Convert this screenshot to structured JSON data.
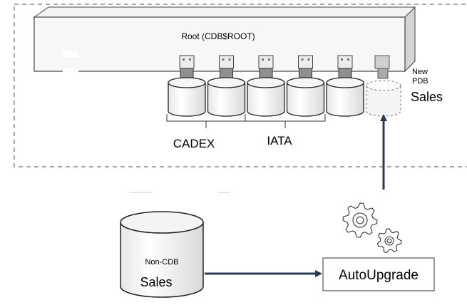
{
  "container": {
    "root_label": "Root (CDB$ROOT)",
    "group_labels": [
      "CADEX",
      "IATA"
    ],
    "pdb_count": 5,
    "new_pdb": {
      "caption_line1": "New",
      "caption_line2": "PDB",
      "name": "Sales"
    }
  },
  "non_cdb": {
    "caption": "Non-CDB",
    "name": "Sales"
  },
  "tool": {
    "label": "AutoUpgrade",
    "icon": "gears-icon"
  },
  "colors": {
    "arrow": "#2b3a55",
    "dashed_border": "#a8a8a8",
    "cylinder_fill": "#efefef"
  }
}
